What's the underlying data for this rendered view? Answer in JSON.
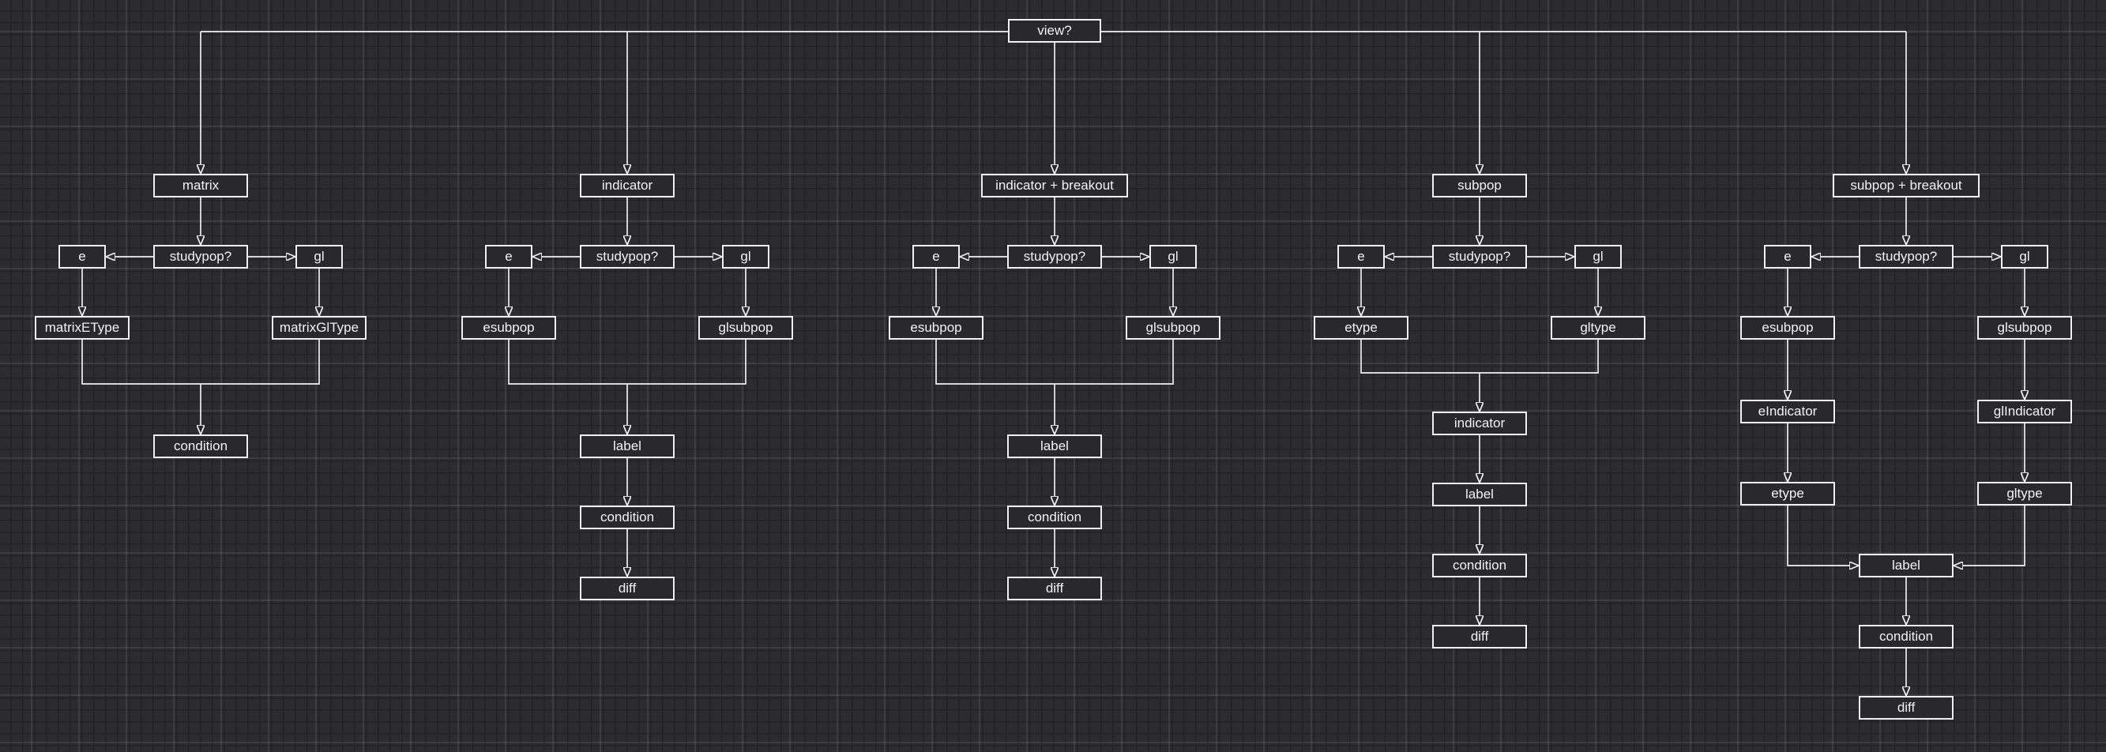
{
  "colors": {
    "background": "#2c2c2e",
    "grid_minor": "#222224",
    "grid_major": "#555558",
    "node_fill": "#29292b",
    "node_border": "#f0f0f0",
    "node_text": "#f2f2f2",
    "edge": "#f0f0f0"
  },
  "root": {
    "label": "view?"
  },
  "branches": [
    {
      "title": "matrix",
      "studypop": "studypop?",
      "e": "e",
      "gl": "gl",
      "e_chain": [
        "matrixEType"
      ],
      "gl_chain": [
        "matrixGlType"
      ],
      "tail": [
        "condition"
      ]
    },
    {
      "title": "indicator",
      "studypop": "studypop?",
      "e": "e",
      "gl": "gl",
      "e_chain": [
        "esubpop"
      ],
      "gl_chain": [
        "glsubpop"
      ],
      "tail": [
        "label",
        "condition",
        "diff"
      ]
    },
    {
      "title": "indicator + breakout",
      "studypop": "studypop?",
      "e": "e",
      "gl": "gl",
      "e_chain": [
        "esubpop"
      ],
      "gl_chain": [
        "glsubpop"
      ],
      "tail": [
        "label",
        "condition",
        "diff"
      ]
    },
    {
      "title": "subpop",
      "studypop": "studypop?",
      "e": "e",
      "gl": "gl",
      "e_chain": [
        "etype"
      ],
      "gl_chain": [
        "gltype"
      ],
      "tail": [
        "indicator",
        "label",
        "condition",
        "diff"
      ]
    },
    {
      "title": "subpop + breakout",
      "studypop": "studypop?",
      "e": "e",
      "gl": "gl",
      "e_chain": [
        "esubpop",
        "eIndicator",
        "etype"
      ],
      "gl_chain": [
        "glsubpop",
        "glIndicator",
        "gltype"
      ],
      "tail": [
        "label",
        "condition",
        "diff"
      ]
    }
  ]
}
